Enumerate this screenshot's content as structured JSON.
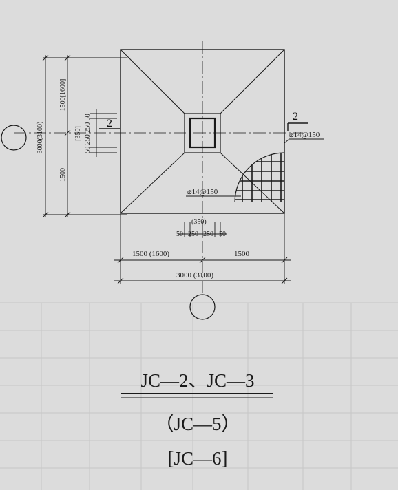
{
  "plan": {
    "section_mark": "2",
    "rebar_top": "⌀14@150",
    "rebar_bottom": "⌀14@150"
  },
  "dims_bottom": {
    "col_group": "(350)",
    "col_split": [
      "50",
      "250",
      "250",
      "50"
    ],
    "left_half": "1500 (1600)",
    "right_half": "1500",
    "total": "3000 (3100)"
  },
  "dims_left": {
    "total": "3000(3100)",
    "top_half": "1500[1600]",
    "bottom_half": "1500",
    "col_group": "[350]",
    "col_split": "50 250 250 50"
  },
  "title": {
    "main": "JC—2、JC—3",
    "paren": "（JC—5）",
    "bracket": "[JC—6]"
  },
  "colors": {
    "paper": "#dcdcdc",
    "ink": "#1a1a1a"
  }
}
